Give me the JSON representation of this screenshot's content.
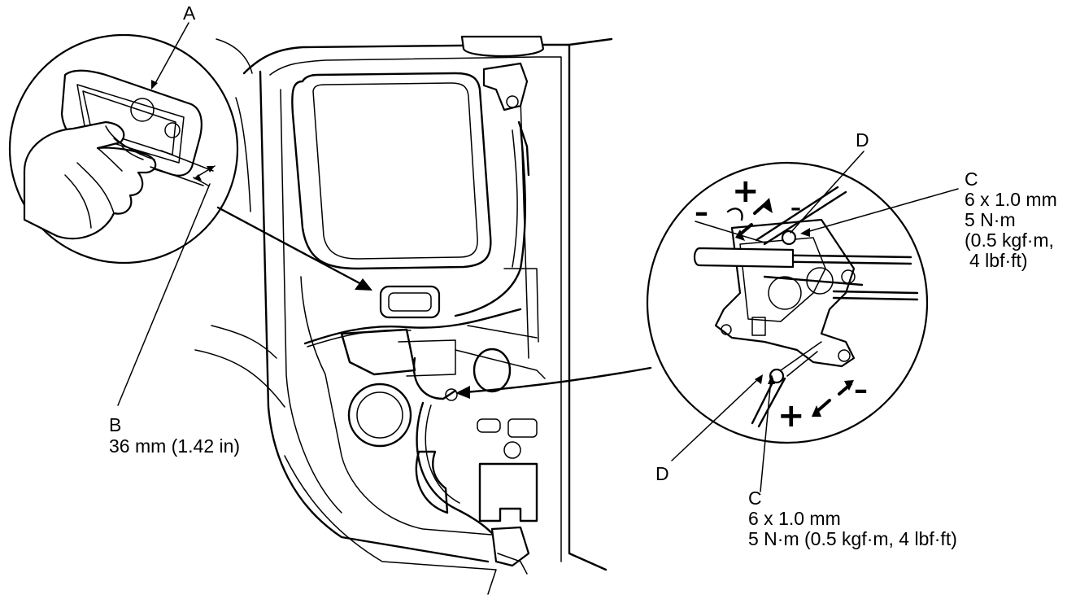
{
  "labels": {
    "a": {
      "letter": "A"
    },
    "b": {
      "letter": "B",
      "spec": "36 mm (1.42 in)"
    },
    "c_upper": {
      "letter": "C",
      "line1": "6 x 1.0 mm",
      "line2": "5 N·m",
      "line3": "(0.5 kgf·m,",
      "line4": "4 lbf·ft)"
    },
    "c_lower": {
      "letter": "C",
      "line1": "6 x 1.0 mm",
      "line2": "5 N·m (0.5 kgf·m, 4 lbf·ft)"
    },
    "d_upper": {
      "letter": "D"
    },
    "d_lower": {
      "letter": "D"
    }
  },
  "symbols": {
    "plus": "+",
    "minus": "–"
  }
}
